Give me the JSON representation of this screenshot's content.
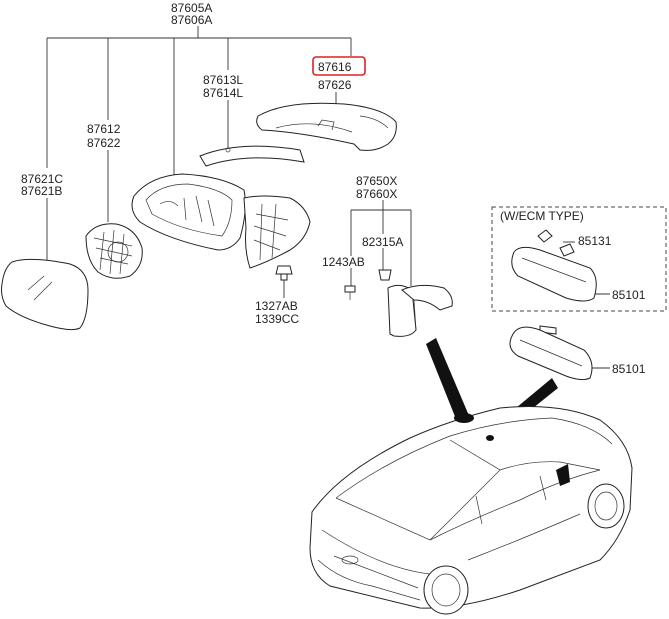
{
  "labels": {
    "mirror_assy_lh": "87605A",
    "mirror_assy_rh": "87606A",
    "glass_a": "87621C",
    "glass_b": "87621B",
    "actuator_a": "87612",
    "actuator_b": "87622",
    "garnish_a": "87613L",
    "garnish_b": "87614L",
    "cover_a": "87616",
    "cover_b": "87626",
    "screw_a": "1327AB",
    "screw_b": "1339CC",
    "inside_mirror_a": "87650X",
    "inside_mirror_b": "87660X",
    "bolt": "1243AB",
    "cover_clip": "82315A",
    "ecm_type": "(W/ECM TYPE)",
    "ecm_part": "85131",
    "room_mirror_ecm": "85101",
    "room_mirror": "85101"
  },
  "highlight": {
    "target": "87616",
    "color": "#e02020"
  }
}
